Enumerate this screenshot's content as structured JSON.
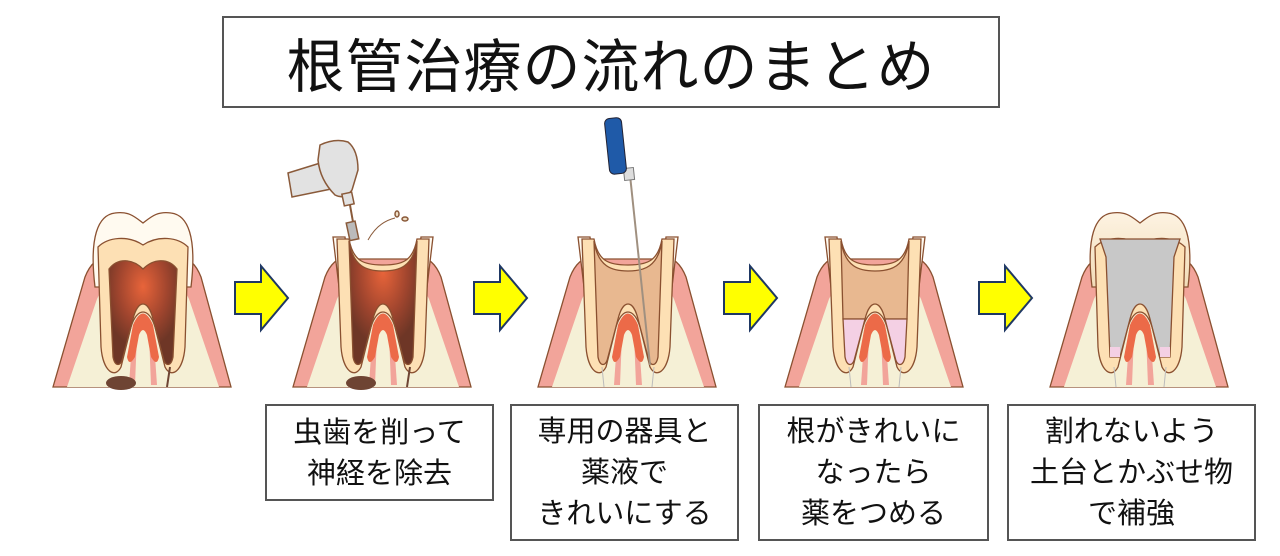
{
  "title": "根管治療の流れのまとめ",
  "steps": [
    {
      "name": "decayed-tooth"
    },
    {
      "name": "remove-nerve",
      "caption": [
        "虫歯を削って",
        "神経を除去"
      ]
    },
    {
      "name": "clean-canal",
      "caption": [
        "専用の器具と",
        "薬液で",
        "きれいにする"
      ]
    },
    {
      "name": "fill-canal",
      "caption": [
        "根がきれいに",
        "なったら",
        "薬をつめる"
      ]
    },
    {
      "name": "crown",
      "caption": [
        "割れないよう",
        "土台とかぶせ物",
        "で補強"
      ]
    }
  ],
  "colors": {
    "arrow": "#ffff00",
    "arrow_stroke": "#1f3864",
    "gum": "#f2a49a",
    "bone": "#f5f0d6",
    "dentin": "#fde0b4",
    "pulp": "#8b3a2a",
    "cleaned": "#e8b890",
    "filling": "#f4d0e4",
    "core": "#c8c8c8"
  }
}
